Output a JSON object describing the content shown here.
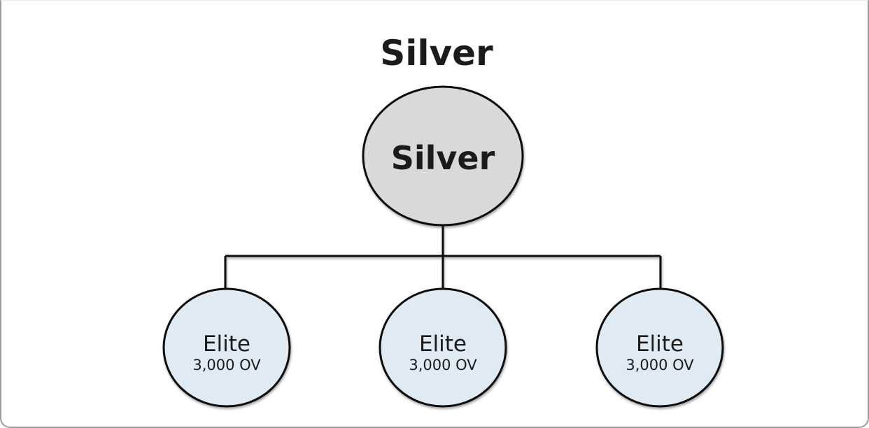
{
  "diagram": {
    "title": "Silver",
    "root": {
      "label": "Silver"
    },
    "children": [
      {
        "label": "Elite",
        "sublabel": "3,000 OV"
      },
      {
        "label": "Elite",
        "sublabel": "3,000 OV"
      },
      {
        "label": "Elite",
        "sublabel": "3,000 OV"
      }
    ],
    "colors": {
      "root_fill": "#d9d9d9",
      "child_fill": "#dfeaf2",
      "stroke": "#101010",
      "frame_border": "#9b9b9b"
    }
  }
}
